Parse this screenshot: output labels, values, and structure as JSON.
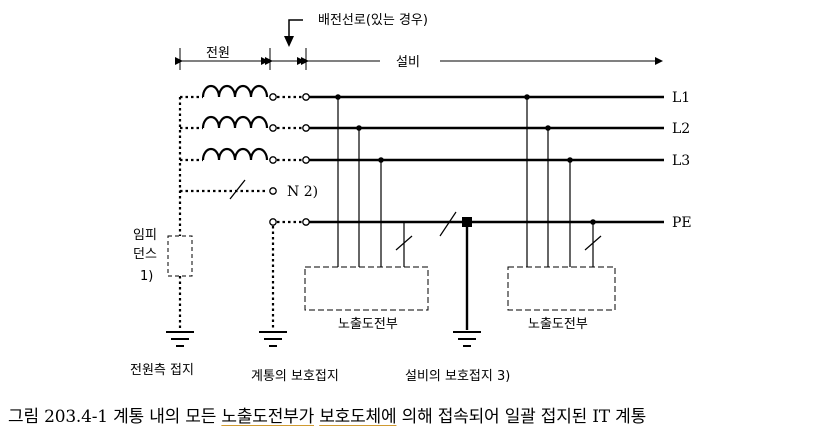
{
  "labels": {
    "source": "전원",
    "distribution": "배전선로(있는 경우)",
    "installation": "설비",
    "l1": "L1",
    "l2": "L2",
    "l3": "L3",
    "pe": "PE",
    "neutral": "N 2)",
    "impedance_line1": "임피",
    "impedance_line2": "던스",
    "impedance_note": "1)",
    "exposed_part_1": "노출도전부",
    "exposed_part_2": "노출도전부",
    "source_earth": "전원측 접지",
    "system_earth": "계통의 보호접지",
    "install_earth": "설비의 보호접지 3)"
  },
  "caption": {
    "part1": "그림 203.4-1 계통 내의 모든 ",
    "part2": "노출도전부가",
    "part3": " ",
    "part4": "보호도체에",
    "part5": " 의해 접속되어 일괄 접지된 IT 계통"
  }
}
